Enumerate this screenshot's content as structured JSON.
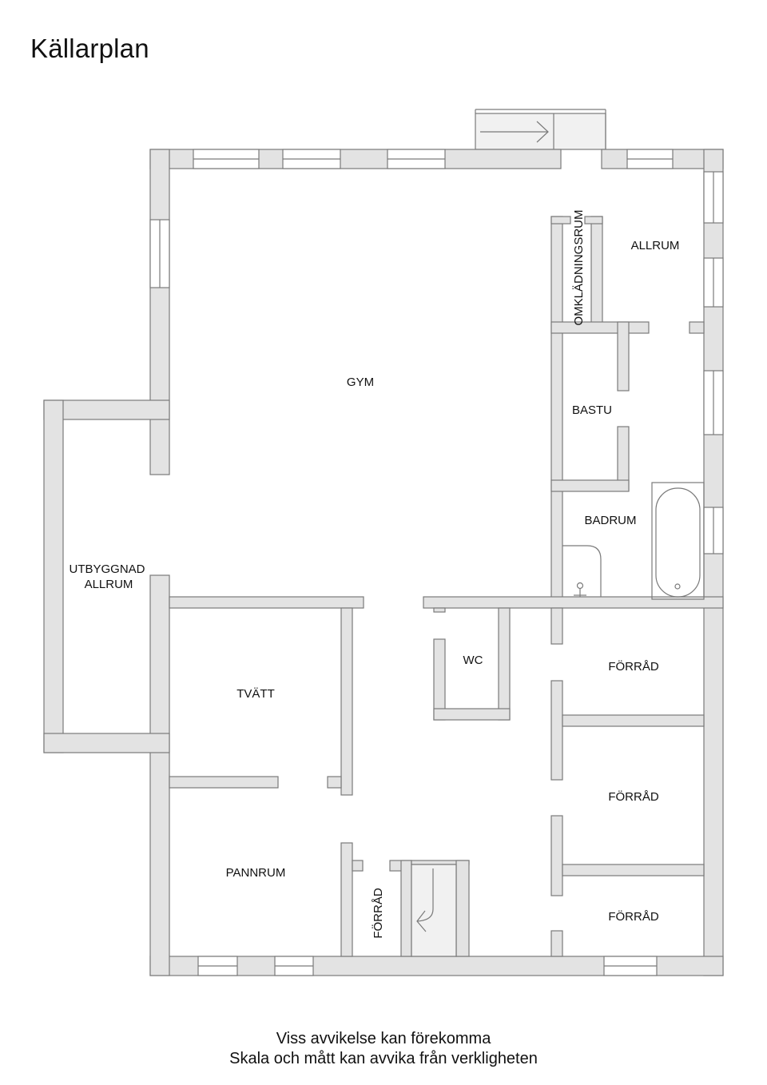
{
  "title": "Källarplan",
  "rooms": [
    {
      "id": "gym",
      "label": "GYM"
    },
    {
      "id": "omkladningsrum",
      "label": "OMKLÄDNINGSRUM"
    },
    {
      "id": "allrum",
      "label": "ALLRUM"
    },
    {
      "id": "bastu",
      "label": "BASTU"
    },
    {
      "id": "badrum",
      "label": "BADRUM"
    },
    {
      "id": "utbyggnad",
      "label_line1": "UTBYGGNAD",
      "label_line2": "ALLRUM"
    },
    {
      "id": "tvatt",
      "label": "TVÄTT"
    },
    {
      "id": "wc",
      "label": "WC"
    },
    {
      "id": "forrad-1",
      "label": "FÖRRÅD"
    },
    {
      "id": "forrad-2",
      "label": "FÖRRÅD"
    },
    {
      "id": "forrad-3",
      "label": "FÖRRÅD"
    },
    {
      "id": "pannrum",
      "label": "PANNRUM"
    },
    {
      "id": "forrad-small",
      "label": "FÖRRÅD"
    }
  ],
  "footer": {
    "line1": "Viss avvikelse kan förekomma",
    "line2": "Skala och mått kan avvika från verkligheten"
  },
  "colors": {
    "wall_fill": "#e3e3e3",
    "wall_stroke": "#7a7a7a",
    "background": "#ffffff"
  }
}
